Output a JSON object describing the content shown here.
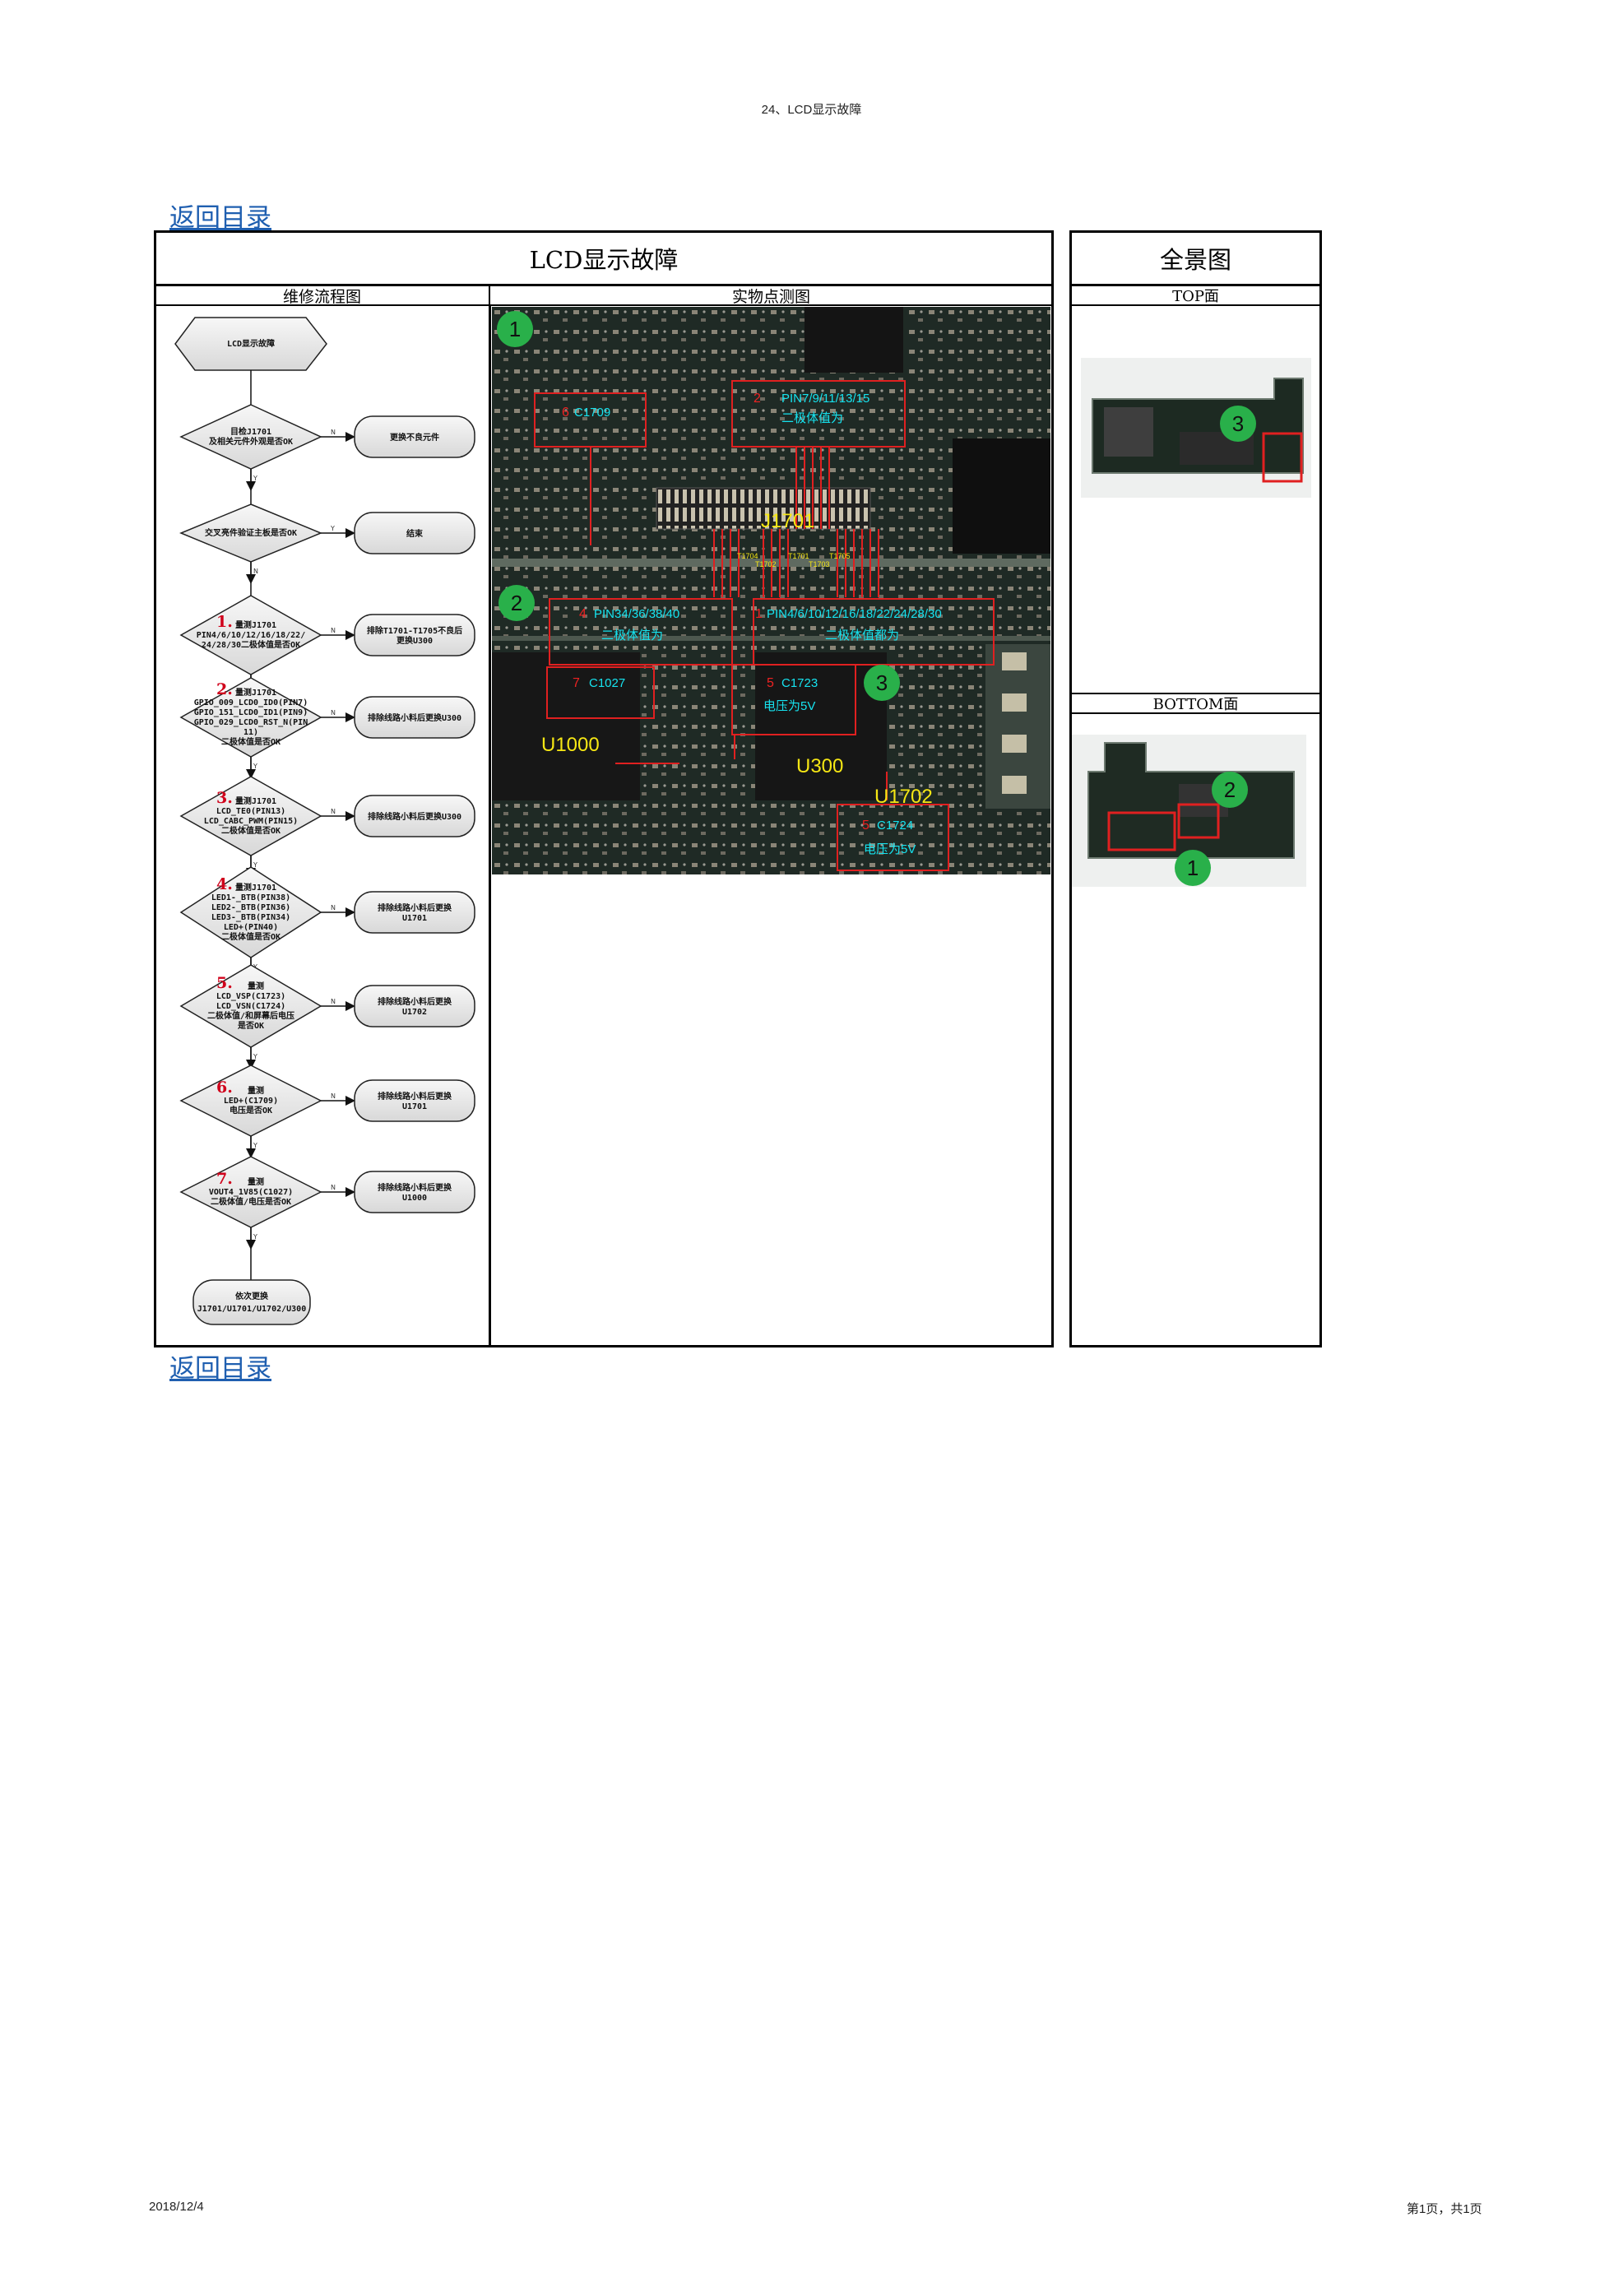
{
  "page": {
    "header": "24、LCD显示故障",
    "back_link": "返回目录",
    "date": "2018/12/4",
    "page_info": "第1页，共1页"
  },
  "table": {
    "main_title": "LCD显示故障",
    "panorama_title": "全景图",
    "flow_header": "维修流程图",
    "photo_header": "实物点测图",
    "top_label": "TOP面",
    "bottom_label": "BOTTOM面"
  },
  "flowchart": {
    "start": "LCD显示故障",
    "yes": "Y",
    "no": "N",
    "steps": [
      {
        "lines": [
          "目检J1701",
          "及相关元件外观是否OK"
        ],
        "action": [
          "更换不良元件"
        ]
      },
      {
        "lines": [
          "交叉亮件验证主板是否OK"
        ],
        "action": [
          "结束"
        ]
      },
      {
        "num": "1.",
        "lines": [
          "量测J1701",
          "PIN4/6/10/12/16/18/22/",
          "24/28/30二极体值是否OK"
        ],
        "action": [
          "排除T1701-T1705不良后",
          "更换U300"
        ]
      },
      {
        "num": "2.",
        "lines": [
          "量测J1701",
          "GPIO_009_LCD0_ID0(PIN7)",
          "GPIO_151_LCD0_ID1(PIN9)",
          "GPIO_029_LCD0_RST_N(PIN",
          "11)",
          "二极体值是否OK"
        ],
        "action": [
          "排除线路小料后更换U300"
        ]
      },
      {
        "num": "3.",
        "lines": [
          "量测J1701",
          "LCD_TE0(PIN13)",
          "LCD_CABC_PWM(PIN15)",
          "二极体值是否OK"
        ],
        "action": [
          "排除线路小料后更换U300"
        ]
      },
      {
        "num": "4.",
        "lines": [
          "量测J1701",
          "LED1-_BTB(PIN38)",
          "LED2-_BTB(PIN36)",
          "LED3-_BTB(PIN34)",
          "LED+(PIN40)",
          "二极体值是否OK"
        ],
        "action": [
          "排除线路小料后更换",
          "U1701"
        ]
      },
      {
        "num": "5.",
        "lines": [
          "量测",
          "LCD_VSP(C1723)",
          "LCD_VSN(C1724)",
          "二极体值/和屏幕后电压",
          "是否OK"
        ],
        "action": [
          "排除线路小料后更换",
          "U1702"
        ]
      },
      {
        "num": "6.",
        "lines": [
          "量测",
          "LED+(C1709)",
          "电压是否OK"
        ],
        "action": [
          "排除线路小料后更换",
          "U1701"
        ]
      },
      {
        "num": "7.",
        "lines": [
          "量测",
          "VOUT4_1V85(C1027)",
          "二极体值/电压是否OK"
        ],
        "action": [
          "排除线路小料后更换",
          "U1000"
        ]
      }
    ],
    "end": [
      "依次更换",
      "J1701/U1701/U1702/U300"
    ]
  },
  "board_photo": {
    "badges": [
      "1",
      "2",
      "3"
    ],
    "connector": "J1701",
    "chips": [
      "U1000",
      "U300",
      "U1702"
    ],
    "small_labels": [
      "T1704",
      "T1702",
      "T1701",
      "T1703",
      "T1705"
    ],
    "annotations": [
      {
        "num": "6",
        "text": [
          "C1709"
        ]
      },
      {
        "num": "2",
        "text": [
          "PIN7/9/11/13/15",
          "二极体值为"
        ]
      },
      {
        "num": "4",
        "text": [
          "PIN34/36/38/40",
          "二极体值为"
        ]
      },
      {
        "num": "1",
        "text": [
          "PIN4/6/10/12/16/18/22/24/28/30",
          "二极体值都为"
        ]
      },
      {
        "num": "7",
        "text": [
          "C1027"
        ]
      },
      {
        "num": "5",
        "text": [
          "C1723",
          "电压为5V"
        ]
      },
      {
        "num": "5",
        "text": [
          "C1724",
          "电压为5V"
        ]
      }
    ]
  },
  "panorama": {
    "top_badge": "3",
    "bottom_badges": [
      "2",
      "1"
    ]
  }
}
